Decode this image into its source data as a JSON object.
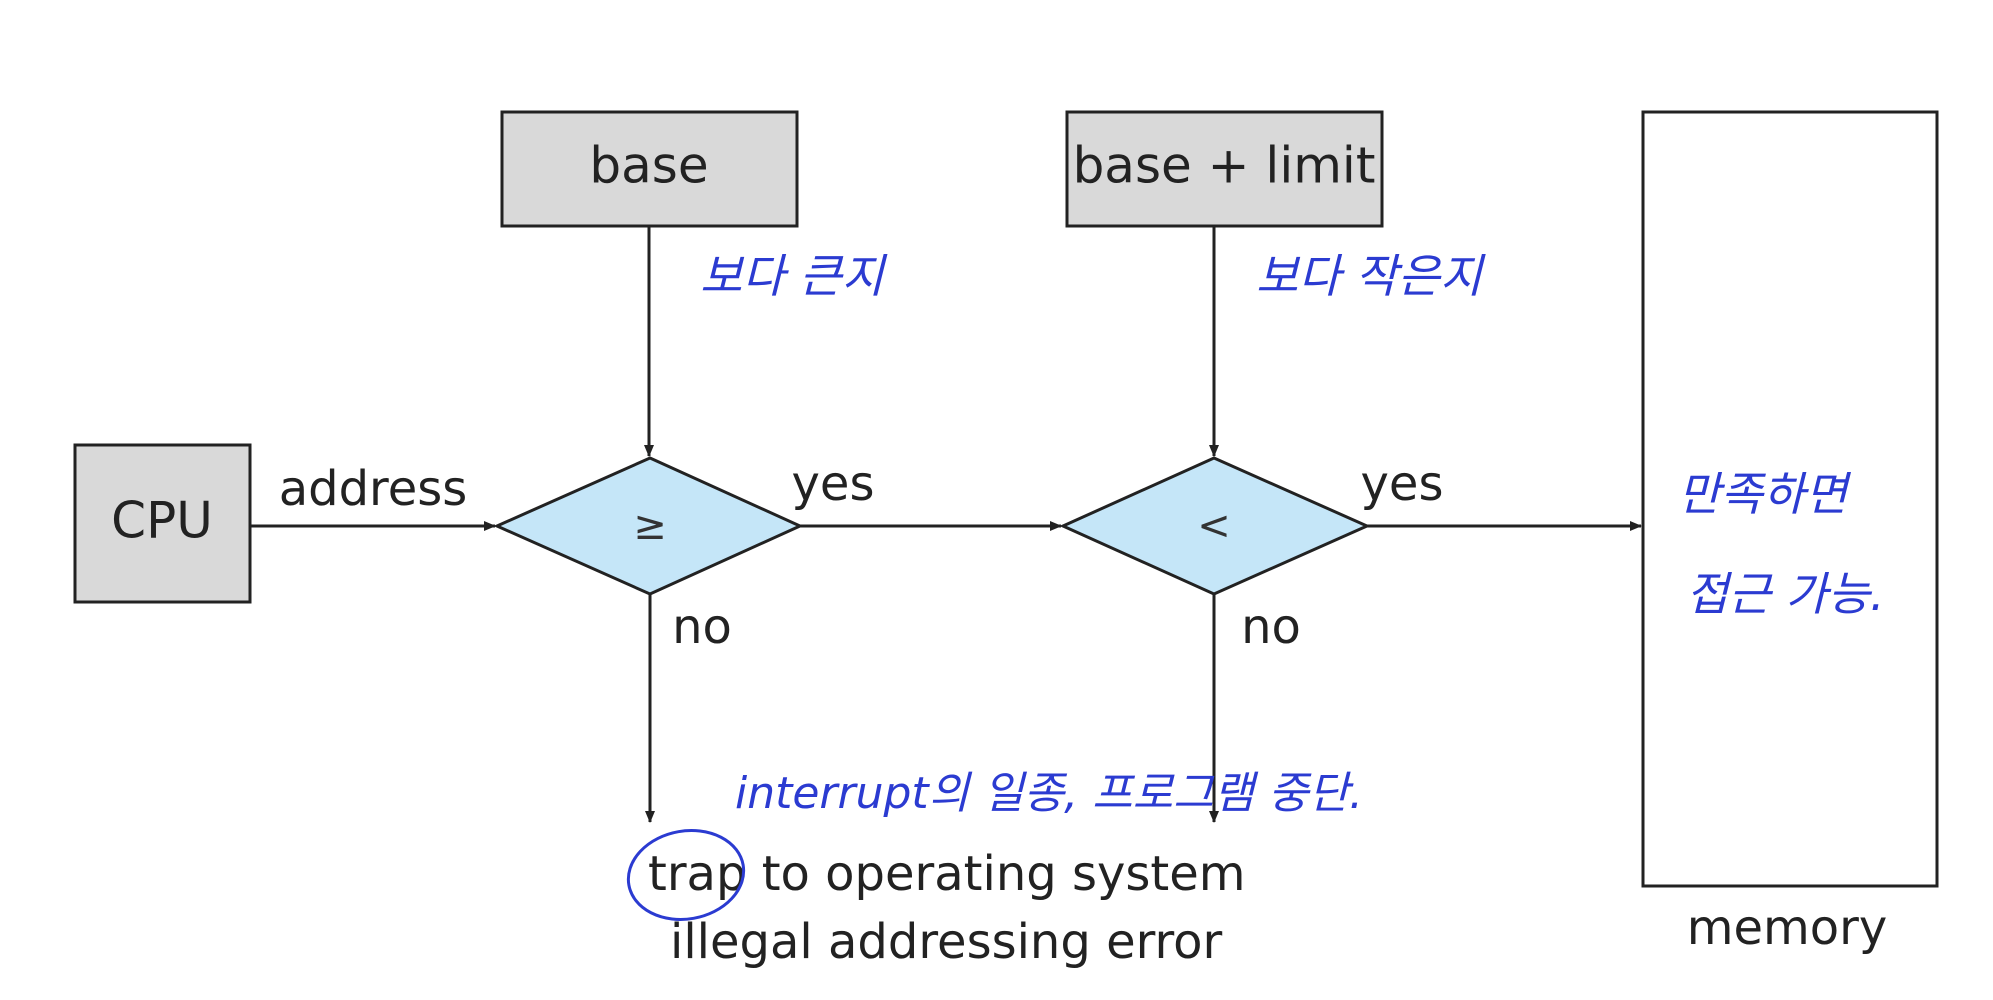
{
  "nodes": {
    "cpu": "CPU",
    "base": "base",
    "base_limit": "base + limit",
    "compare_ge": "≥",
    "compare_lt": "<",
    "memory": "memory"
  },
  "edges": {
    "address": "address",
    "yes_1": "yes",
    "yes_2": "yes",
    "no_1": "no",
    "no_2": "no"
  },
  "trap": {
    "line1_word": "trap",
    "line1_rest": " to operating system",
    "line2": "illegal addressing error"
  },
  "annotations": {
    "base_note": "보다 큰지",
    "limit_note": "보다 작은지",
    "memory_note_1": "만족하면",
    "memory_note_2": "접근 가능.",
    "trap_note": "interrupt의 일종, 프로그램 중단."
  },
  "colors": {
    "register_fill": "#d9d9d9",
    "decision_fill": "#c5e6f8",
    "stroke": "#222222",
    "ink": "#2b3bd1"
  }
}
